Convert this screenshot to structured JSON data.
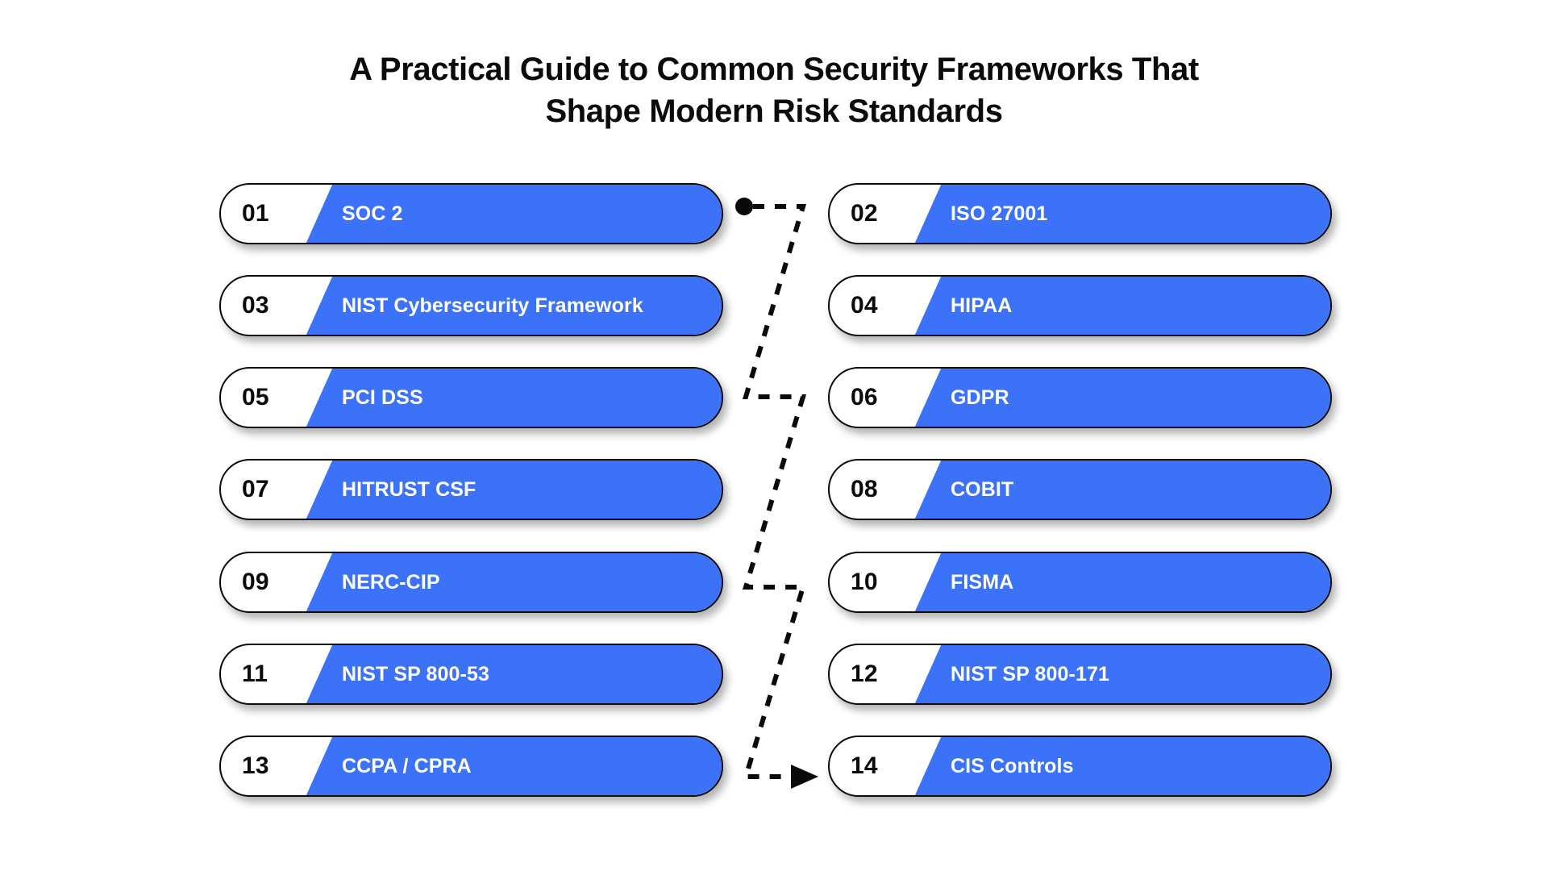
{
  "page": {
    "background_color": "#ffffff",
    "title": "A Practical Guide to Common Security Frameworks That\nShape Modern Risk Standards"
  },
  "theme": {
    "accent_blue": "#3b72f7",
    "outline_black": "#0a0a0a",
    "number_text_color": "#0a0a0a",
    "label_text_color": "#ffffff",
    "title_text_color": "#0b0b0b"
  },
  "columns": {
    "left": {
      "items": [
        {
          "number": "01",
          "label": "SOC 2"
        },
        {
          "number": "03",
          "label": "NIST Cybersecurity Framework"
        },
        {
          "number": "05",
          "label": "PCI DSS"
        },
        {
          "number": "07",
          "label": "HITRUST CSF"
        },
        {
          "number": "09",
          "label": "NERC-CIP"
        },
        {
          "number": "11",
          "label": "NIST SP 800-53"
        },
        {
          "number": "13",
          "label": "CCPA / CPRA"
        }
      ]
    },
    "right": {
      "items": [
        {
          "number": "02",
          "label": "ISO 27001"
        },
        {
          "number": "04",
          "label": "HIPAA"
        },
        {
          "number": "06",
          "label": "GDPR"
        },
        {
          "number": "08",
          "label": "COBIT"
        },
        {
          "number": "10",
          "label": "FISMA"
        },
        {
          "number": "12",
          "label": "NIST SP 800-171"
        },
        {
          "number": "14",
          "label": "CIS Controls"
        }
      ]
    }
  },
  "connector": {
    "style": "dashed",
    "color": "#0a0a0a",
    "start_marker": "dot",
    "end_marker": "arrowhead",
    "description": "Zig-zag dashed path linking row 01 to row 14"
  }
}
